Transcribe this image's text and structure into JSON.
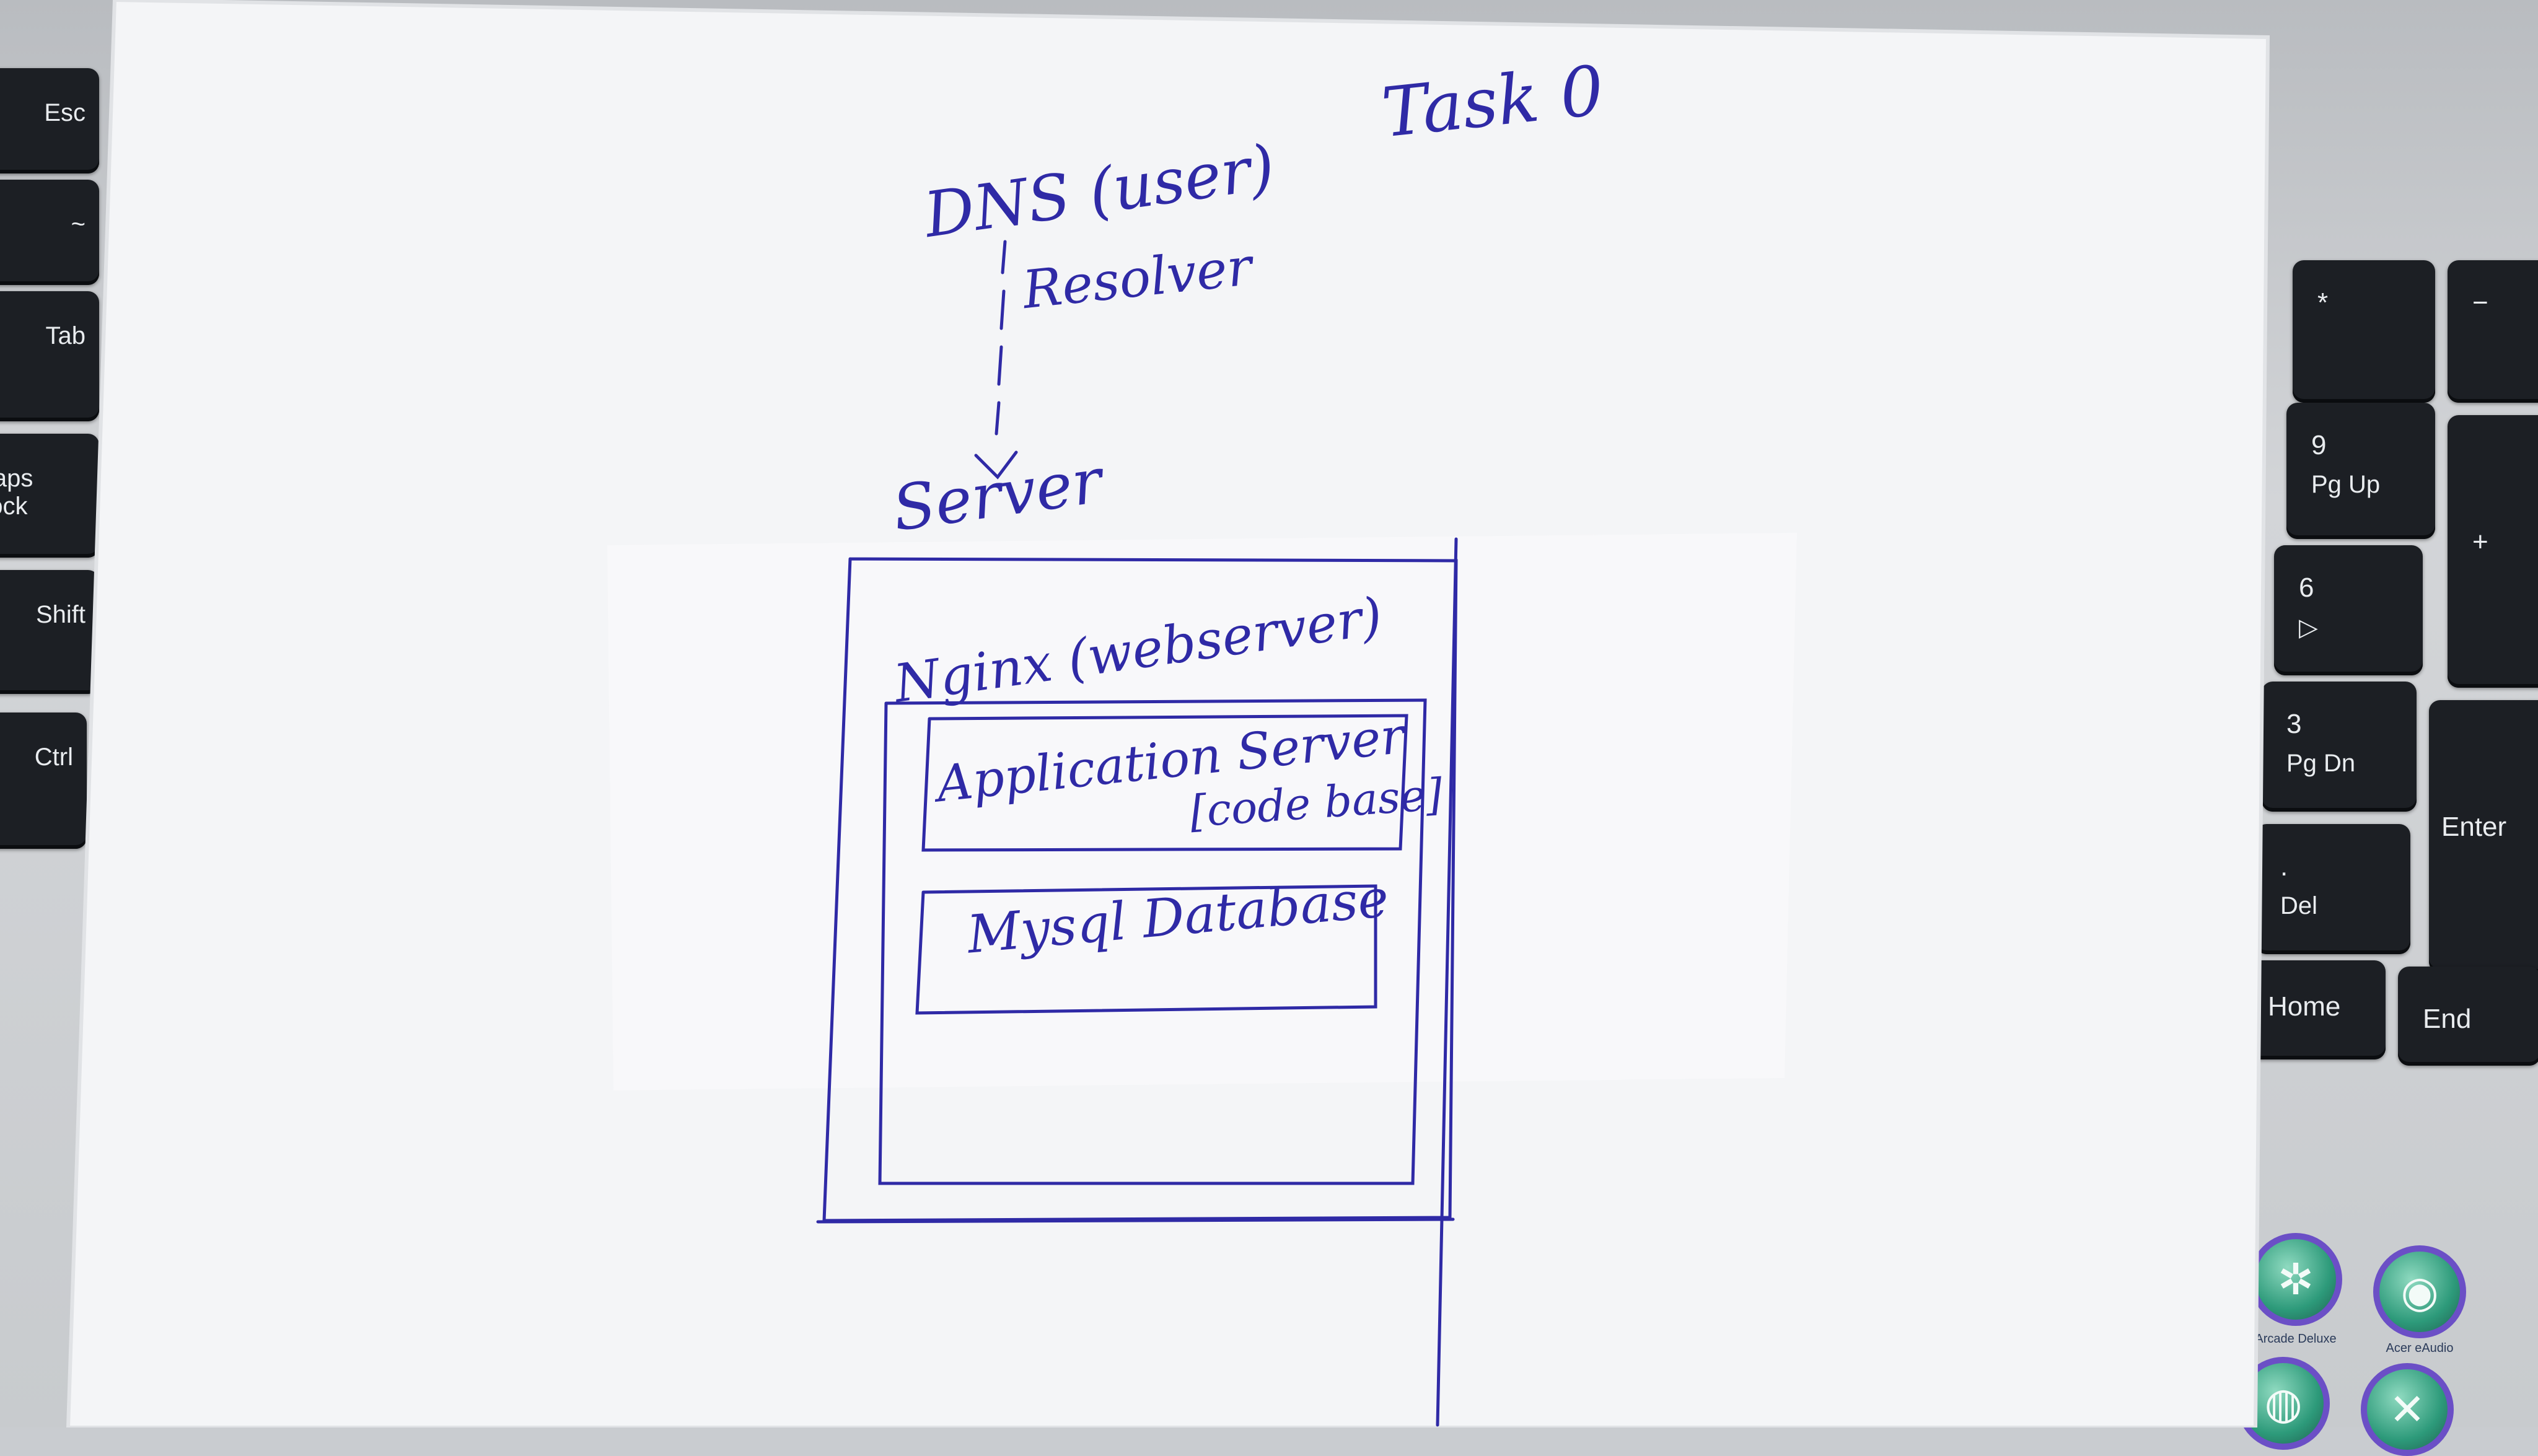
{
  "keyboard": {
    "left_keys": [
      "Esc",
      "~",
      "Tab",
      "Caps Lock",
      "Shift",
      "Ctrl"
    ],
    "numpad_keys": [
      {
        "main": "*",
        "sub": ""
      },
      {
        "main": "−",
        "sub": ""
      },
      {
        "main": "9",
        "sub": "Pg Up"
      },
      {
        "main": "+",
        "sub": ""
      },
      {
        "main": "6",
        "sub": "▷"
      },
      {
        "main": "3",
        "sub": "Pg Dn"
      },
      {
        "main": "Enter",
        "sub": ""
      },
      {
        "main": ".",
        "sub": "Del"
      },
      {
        "main": "Home",
        "sub": ""
      },
      {
        "main": "End",
        "sub": ""
      }
    ]
  },
  "apps": [
    {
      "label": "Arcade Deluxe",
      "icon": "recycle-like-icon"
    },
    {
      "label": "Acer eAudio",
      "icon": "speaker-icon"
    },
    {
      "label": "",
      "icon": "people-icon"
    },
    {
      "label": "",
      "icon": "tools-icon"
    }
  ],
  "sketch": {
    "task_label": "Task 0",
    "dns": "DNS (user)",
    "resolver": "Resolver",
    "server": "Server",
    "nginx": "Nginx (webserver)",
    "app_server": "Application Server",
    "codebase": "[code base]",
    "mysql": "Mysql Database",
    "ink_color": "#2f2aa6",
    "paper_color": "#f4f5f7"
  }
}
